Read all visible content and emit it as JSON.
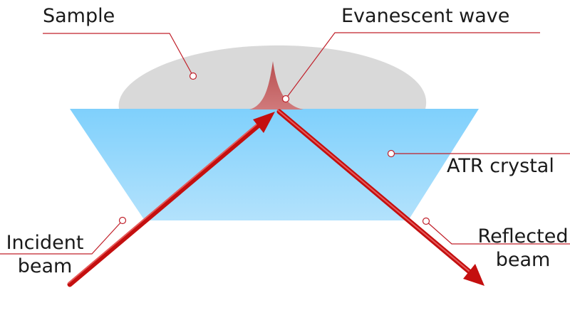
{
  "labels": {
    "sample": "Sample",
    "evanescent_wave": "Evanescent wave",
    "atr_crystal": "ATR crystal",
    "incident_beam_line1": "Incident",
    "incident_beam_line2": "beam",
    "reflected_beam_line1": "Reflected",
    "reflected_beam_line2": "beam"
  },
  "colors": {
    "sample": "#d9d9d9",
    "crystal_top": "#7fd0fc",
    "crystal_bottom": "#b3e2fc",
    "evanescent_wave": "#c8696a",
    "beam": "#c40f0f",
    "leader_line": "#c0202a"
  }
}
